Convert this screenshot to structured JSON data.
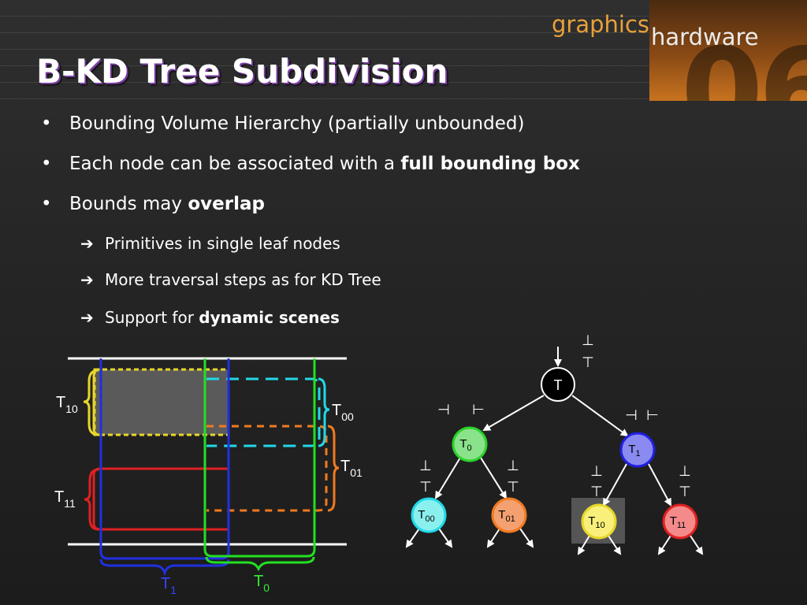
{
  "title": "B-KD Tree Subdivision",
  "logo": {
    "graphics": "graphics",
    "hardware": "hardware",
    "year": "06"
  },
  "bullets": [
    {
      "text": "Bounding Volume Hierarchy (partially unbounded)",
      "bold": ""
    },
    {
      "text": "Each node can be associated with a ",
      "bold": "full bounding box"
    },
    {
      "text": "Bounds may ",
      "bold": "overlap"
    }
  ],
  "subbullets": [
    {
      "text": "Primitives in single leaf nodes",
      "bold": ""
    },
    {
      "text": "More traversal steps as for KD Tree",
      "bold": ""
    },
    {
      "text": "Support for ",
      "bold": "dynamic scenes"
    }
  ],
  "glyphs": {
    "bullet": "•",
    "arrow": "➔"
  },
  "left_diagram": {
    "labels": {
      "t10": {
        "base": "T",
        "sub": "10"
      },
      "t11": {
        "base": "T",
        "sub": "11"
      },
      "t00": {
        "base": "T",
        "sub": "00"
      },
      "t01": {
        "base": "T",
        "sub": "01"
      },
      "t1": {
        "base": "T",
        "sub": "1"
      },
      "t0": {
        "base": "T",
        "sub": "0"
      }
    },
    "colors": {
      "t10": "#e8d62a",
      "t11": "#e02020",
      "t00": "#22d8e8",
      "t01": "#f07a20",
      "t1": "#2030e0",
      "t0": "#22e022"
    }
  },
  "tree": {
    "root": {
      "base": "T",
      "sub": "",
      "color": "#000000"
    },
    "t0": {
      "base": "T",
      "sub": "0",
      "color": "#8ae28a"
    },
    "t1": {
      "base": "T",
      "sub": "1",
      "color": "#8a8af0"
    },
    "t00": {
      "base": "T",
      "sub": "00",
      "color": "#8af0ee"
    },
    "t01": {
      "base": "T",
      "sub": "01",
      "color": "#f4a070"
    },
    "t10": {
      "base": "T",
      "sub": "10",
      "color": "#f8f07a"
    },
    "t11": {
      "base": "T",
      "sub": "11",
      "color": "#f48a8a"
    },
    "plane_up": "⊥",
    "plane_down": "⊤",
    "plane_left": "⊣",
    "plane_right": "⊢"
  }
}
